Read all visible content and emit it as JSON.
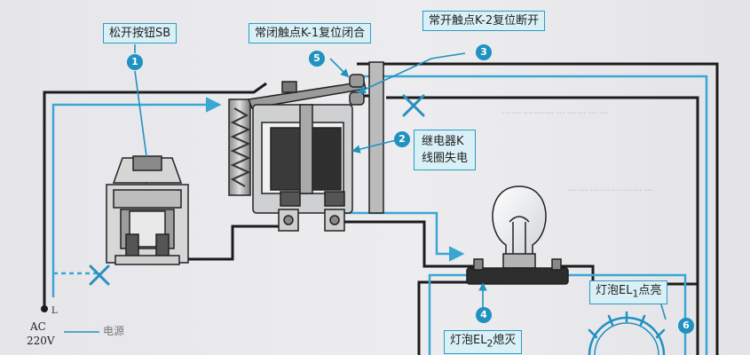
{
  "labels": {
    "sb_button": "松开按钮SB",
    "k1_contact": "常闭触点K-1复位闭合",
    "k2_contact": "常开触点K-2复位断开",
    "relay": [
      "继电器K",
      "线圈失电"
    ],
    "lamp2": "灯泡EL",
    "lamp2_sub": "2",
    "lamp2_tail": "熄灭",
    "lamp1": "灯泡EL",
    "lamp1_sub": "1",
    "lamp1_tail": "点亮"
  },
  "badges": {
    "b1": "1",
    "b2": "2",
    "b3": "3",
    "b4": "4",
    "b5": "5",
    "b6": "6"
  },
  "power": {
    "ac": "AC",
    "voltage": "220V",
    "arrow_text": "电源",
    "terminal": "L"
  },
  "colors": {
    "current": "#3aa7d3",
    "wire": "#1c1c1c",
    "label_fill": "#d9f0f6",
    "label_border": "#2b9cc2",
    "badge": "#1f92c0",
    "cross": "#2a8fc0"
  }
}
